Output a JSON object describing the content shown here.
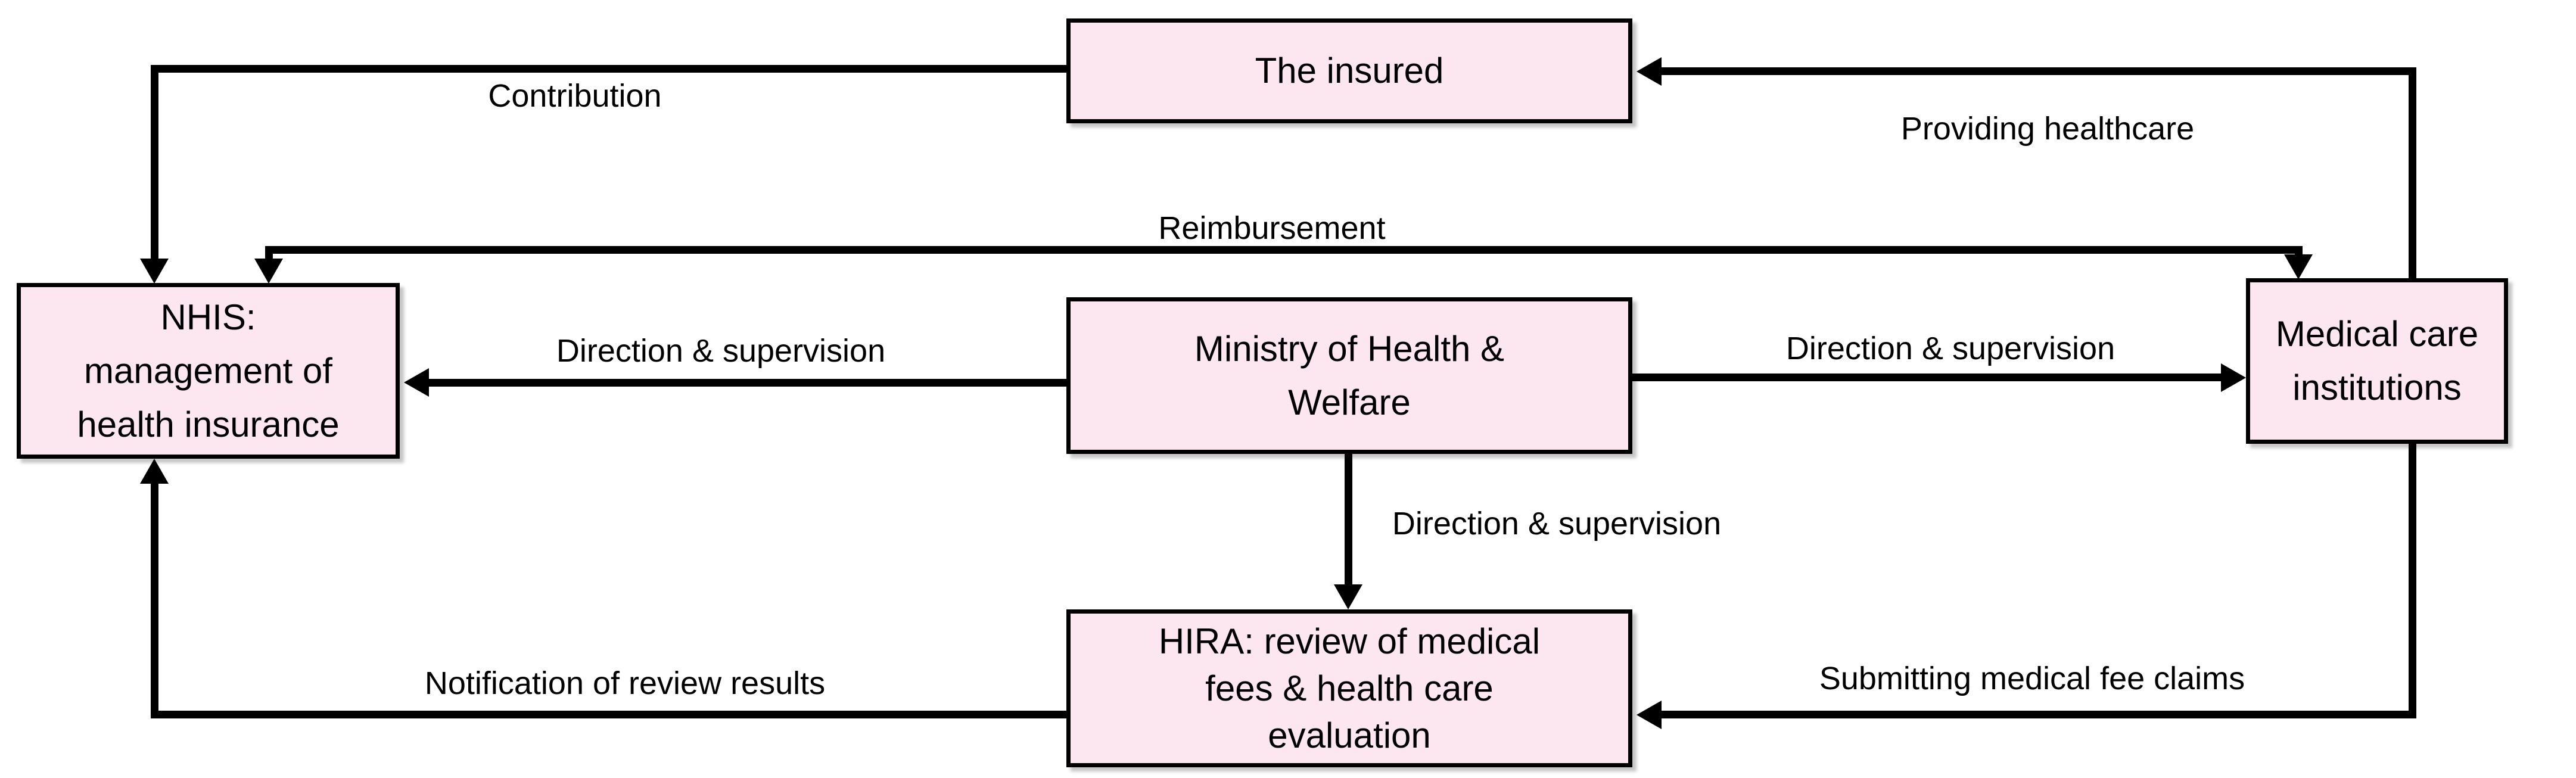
{
  "nodes": {
    "insured": {
      "label": "The insured"
    },
    "nhis": {
      "label": "NHIS:\nmanagement of\nhealth insurance"
    },
    "ministry": {
      "label": "Ministry of Health &\nWelfare"
    },
    "medical": {
      "label": "Medical care\ninstitutions"
    },
    "hira": {
      "label": "HIRA: review of medical\nfees & health care\nevaluation"
    }
  },
  "edges": {
    "contribution": {
      "label": "Contribution",
      "from": "insured",
      "to": "nhis"
    },
    "providing_healthcare": {
      "label": "Providing healthcare",
      "from": "medical",
      "to": "insured"
    },
    "reimbursement": {
      "label": "Reimbursement",
      "from": "nhis",
      "to": "medical",
      "arrowheads": "both ends"
    },
    "direction_supervision_nhis": {
      "label": "Direction & supervision",
      "from": "ministry",
      "to": "nhis"
    },
    "direction_supervision_medical": {
      "label": "Direction & supervision",
      "from": "ministry",
      "to": "medical"
    },
    "direction_supervision_hira": {
      "label": "Direction & supervision",
      "from": "ministry",
      "to": "hira"
    },
    "notification_review_results": {
      "label": "Notification of review results",
      "from": "hira",
      "to": "nhis"
    },
    "submitting_claims": {
      "label": "Submitting medical fee claims",
      "from": "medical",
      "to": "hira"
    }
  },
  "colors": {
    "box_fill": "#fce6ef",
    "box_border": "#000000",
    "line": "#000000",
    "background": "#ffffff"
  }
}
